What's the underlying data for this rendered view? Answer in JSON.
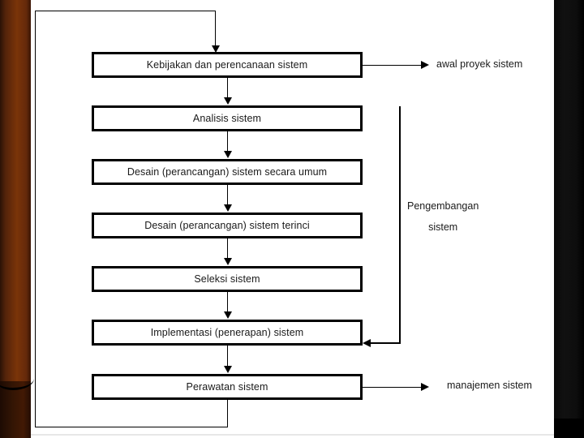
{
  "slide": {
    "background_color": "#ffffff",
    "left_band_color": "#7a3409",
    "right_band_color": "#0a0a0a",
    "line_color": "#000000"
  },
  "diagram": {
    "type": "flowchart",
    "orientation": "top-to-bottom",
    "nodes": [
      {
        "id": "kebijakan",
        "label": "Kebijakan dan perencanaan sistem"
      },
      {
        "id": "analisis",
        "label": "Analisis sistem"
      },
      {
        "id": "desain-umum",
        "label": "Desain (perancangan) sistem secara umum"
      },
      {
        "id": "desain-rinci",
        "label": "Desain (perancangan) sistem terinci"
      },
      {
        "id": "seleksi",
        "label": "Seleksi sistem"
      },
      {
        "id": "implementasi",
        "label": "Implementasi (penerapan) sistem"
      },
      {
        "id": "perawatan",
        "label": "Perawatan sistem"
      }
    ],
    "annotations": [
      {
        "id": "awal-proyek",
        "label": "awal proyek sistem",
        "from": "kebijakan",
        "style": "arrow-right"
      },
      {
        "id": "pengembangan",
        "label_line1": "Pengembangan",
        "label_line2": "sistem",
        "style": "bracket"
      },
      {
        "id": "manajemen-sistem",
        "label": "manajemen sistem",
        "from": "perawatan",
        "style": "arrow-right"
      }
    ],
    "edges": [
      {
        "from": "kebijakan",
        "to": "analisis"
      },
      {
        "from": "analisis",
        "to": "desain-umum"
      },
      {
        "from": "desain-umum",
        "to": "desain-rinci"
      },
      {
        "from": "desain-rinci",
        "to": "seleksi"
      },
      {
        "from": "seleksi",
        "to": "implementasi"
      },
      {
        "from": "implementasi",
        "to": "perawatan"
      },
      {
        "from": "perawatan",
        "to": "kebijakan",
        "style": "feedback-loop-left"
      },
      {
        "from": "pengembangan-bracket",
        "to": "implementasi",
        "style": "bracket-return"
      }
    ]
  }
}
